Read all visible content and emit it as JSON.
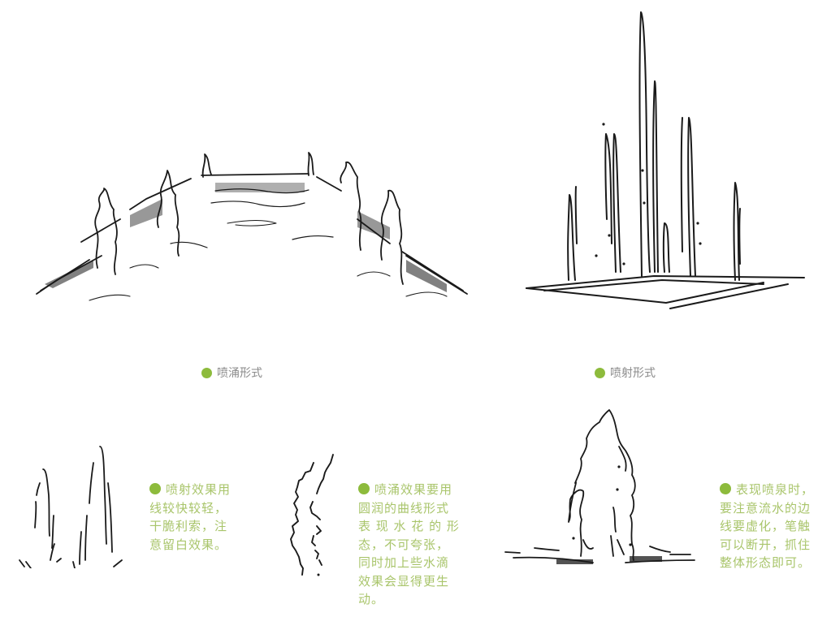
{
  "theme": {
    "accent": "#8dbb3c",
    "note_text": "#a9c56b",
    "caption_text": "#8a8a8a",
    "ink": "#1a1a1a"
  },
  "figures": [
    {
      "id": "bubbling",
      "caption": "喷涌形式",
      "icon": "green-dot-bullet"
    },
    {
      "id": "spraying",
      "caption": "喷射形式",
      "icon": "green-dot-bullet"
    }
  ],
  "notes": [
    {
      "id": "spray-effect",
      "lines": [
        "喷射效果用",
        "线较快较轻，",
        "干脆利索，注",
        "意留白效果。"
      ]
    },
    {
      "id": "bubble-effect",
      "lines": [
        "喷涌效果要用",
        "圆润的曲线形式",
        "表 现 水 花 的 形",
        "态，不可夸张，",
        "同时加上些水滴",
        "效果会显得更生",
        "动。"
      ]
    },
    {
      "id": "fountain-tips",
      "lines": [
        "表现喷泉时，",
        "要注意流水的边",
        "线要虚化，笔触",
        "可以断开，抓住",
        "整体形态即可。"
      ]
    }
  ]
}
